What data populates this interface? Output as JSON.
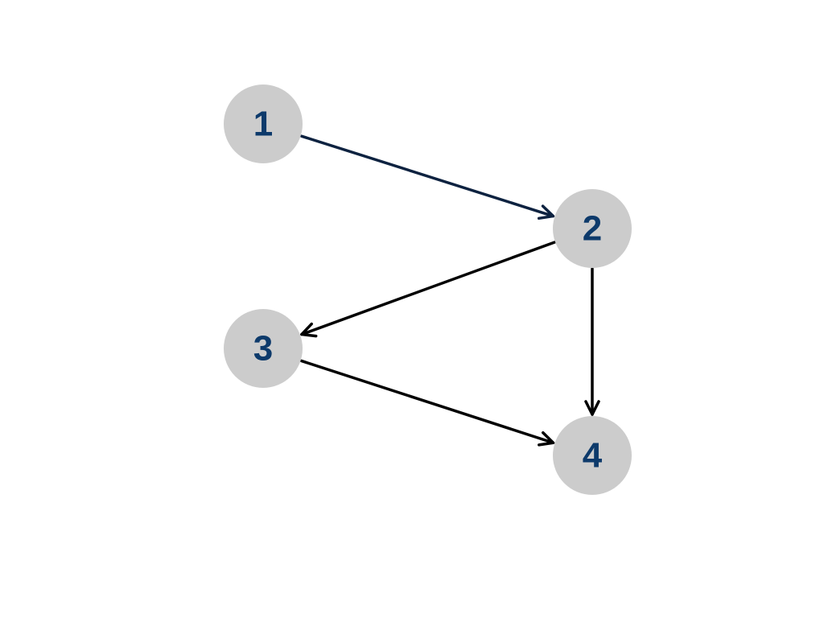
{
  "diagram": {
    "type": "directed-graph",
    "colors": {
      "node_fill": "#cccccc",
      "label": "#0d3a6b",
      "edge_primary": "#0d2240",
      "edge": "#000000"
    },
    "nodes": [
      {
        "id": "1",
        "label": "1"
      },
      {
        "id": "2",
        "label": "2"
      },
      {
        "id": "3",
        "label": "3"
      },
      {
        "id": "4",
        "label": "4"
      }
    ],
    "edges": [
      {
        "from": "1",
        "to": "2",
        "style": "primary"
      },
      {
        "from": "2",
        "to": "3",
        "style": "default"
      },
      {
        "from": "2",
        "to": "4",
        "style": "default"
      },
      {
        "from": "3",
        "to": "4",
        "style": "default"
      }
    ]
  }
}
